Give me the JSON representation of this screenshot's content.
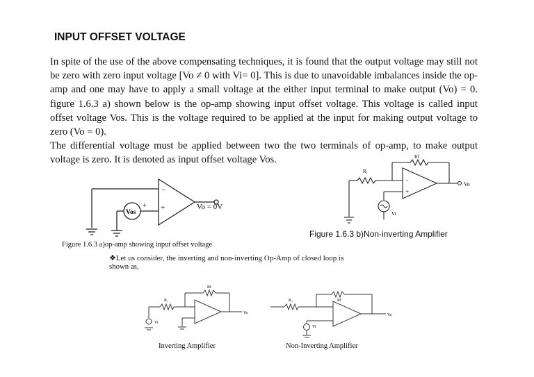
{
  "heading": "INPUT OFFSET VOLTAGE",
  "paragraph1": "In spite of the use of the above compensating techniques, it is found that the output voltage may still not be zero with zero input voltage [Vo ≠ 0 with Vi= 0]. This is due to unavoidable imbalances inside the op-amp and one may have to apply a small voltage at the either input terminal to make output (Vo) = 0.  figure 1.6.3 a) shown below is the op-amp showing input offset voltage. This voltage is called input offset voltage Vos. This is the voltage required to be applied at the input for making output voltage to zero (Vo = 0).",
  "paragraph2": "The differential voltage must be applied between two the two terminals of op-amp, to make output voltage is zero. It is denoted as input offset voltage Vos.",
  "fig_a": {
    "caption": "Figure 1.6.3 a)op-amp showing input offset voltage",
    "source_label": "Vos",
    "output_label": "Vo = 0V",
    "minus": "−",
    "plus": "+"
  },
  "fig_b": {
    "caption": "Figure 1.6.3 b)Non-inverting Amplifier",
    "r1": "R₁",
    "rf": "Rf",
    "vi": "Vi",
    "vo": "Vo"
  },
  "bottom": {
    "bullet_text_1": "❖Let us consider, the inverting and non-inverting  Op-Amp of closed loop is",
    "bullet_text_2": "shown as,",
    "inv_caption": "Inverting Amplifier",
    "noninv_caption": "Non-Inverting Amplifier",
    "r1": "R₁",
    "rf": "Rf",
    "vi": "Vi",
    "vo": "Vo"
  }
}
